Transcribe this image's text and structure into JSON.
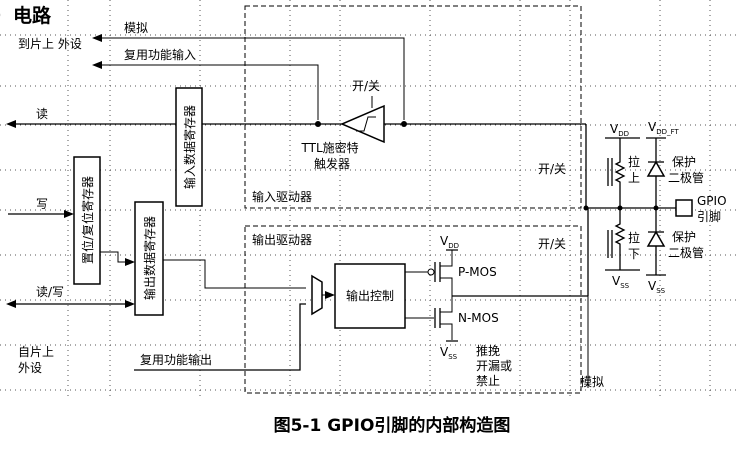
{
  "title_fragment": "）电路",
  "labels": {
    "to_onchip_peripheral": "到片上\n外设",
    "analog_top": "模拟",
    "alt_func_input": "复用功能输入",
    "read": "读",
    "input_data_register": "输入数据寄存器",
    "on_off_trigger": "开/关",
    "ttl_schmitt": "TTL施密特\n触发器",
    "input_driver": "输入驱动器",
    "on_off_input": "开/关",
    "write": "写",
    "bit_set_reset_register": "置位/复位寄存器",
    "output_data_register": "输出数据寄存器",
    "read_write": "读/写",
    "output_driver": "输出驱动器",
    "on_off_output": "开/关",
    "output_control": "输出控制",
    "vdd": "V",
    "vdd_sub": "DD",
    "vss": "V",
    "vss_sub": "SS",
    "pmos": "P-MOS",
    "nmos": "N-MOS",
    "push_pull": "推挽\n开漏或\n禁止",
    "from_onchip_peripheral": "自片上\n外设",
    "alt_func_output": "复用功能输出",
    "analog_bottom": "模拟",
    "vdd_ft_sub": "DD_FT",
    "pull_up": "拉\n上",
    "pull_down": "拉\n下",
    "protect_diode_top": "保护\n二极管",
    "protect_diode_bottom": "保护\n二极管",
    "gpio_pin": "GPIO\n引脚"
  },
  "caption": "图5-1   GPIO引脚的内部构造图"
}
